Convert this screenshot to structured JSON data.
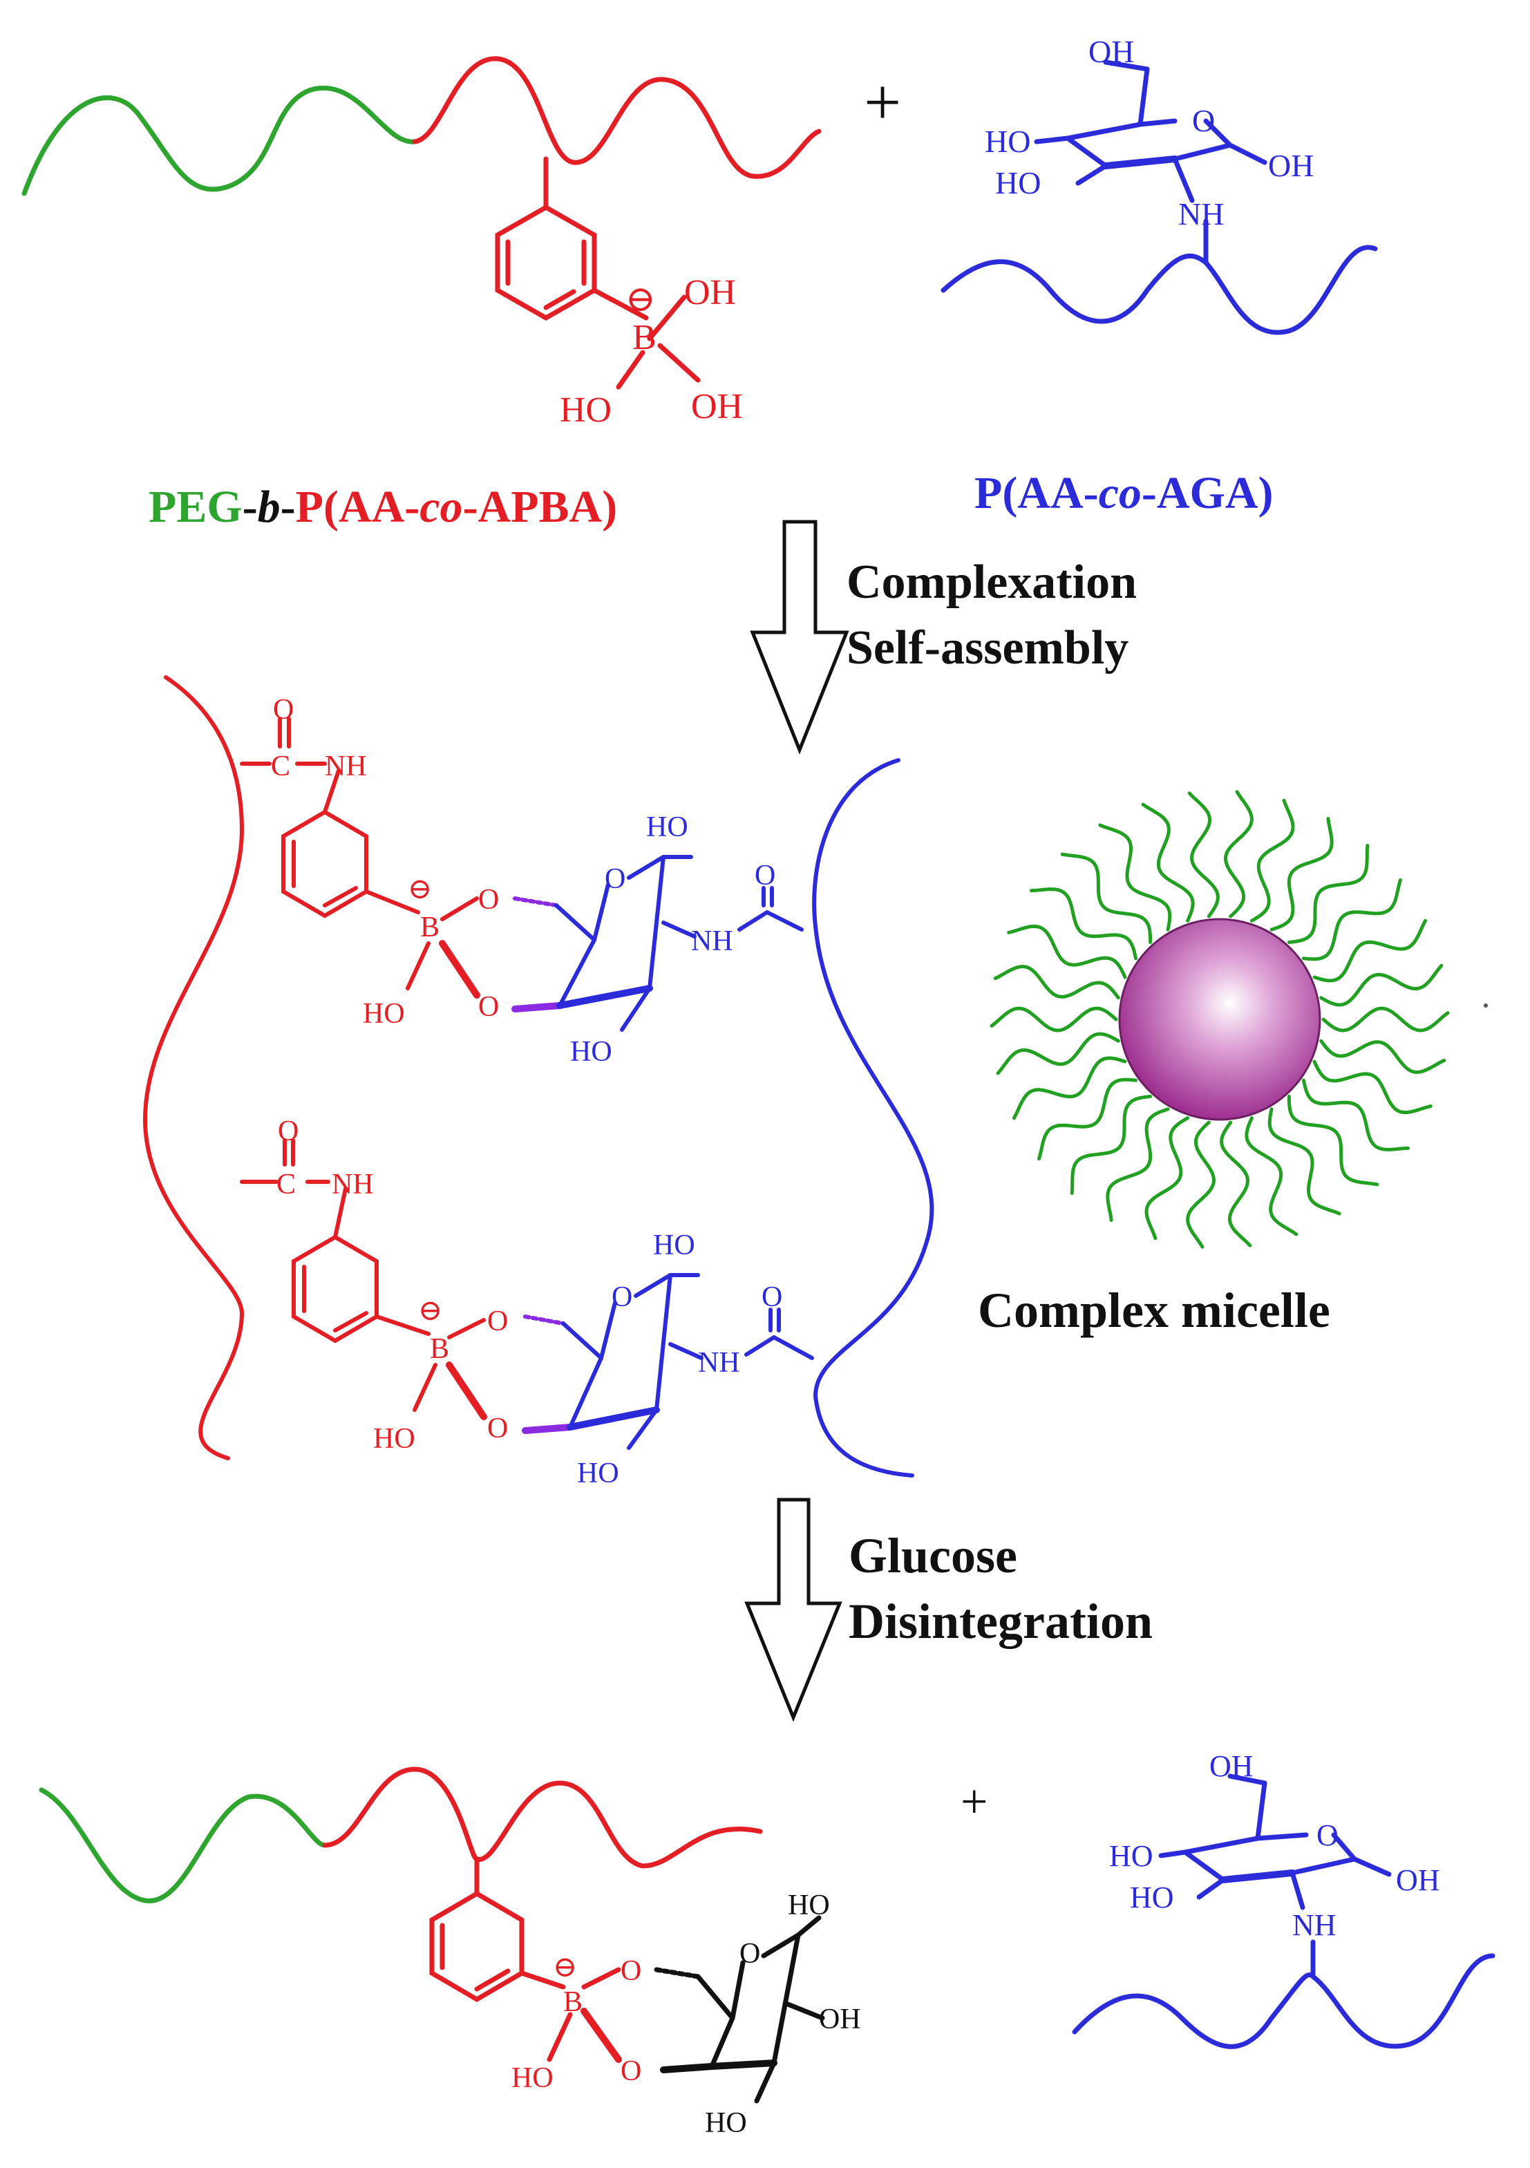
{
  "colors": {
    "peg": "#2ea52e",
    "apba": "#e31e24",
    "aga": "#2b2bd9",
    "glucose": "#111111",
    "micelle_core": "#a8309a",
    "micelle_shell": "#22a022"
  },
  "labels": {
    "plus_top": "+",
    "plus_bottom": "+",
    "polymer1": {
      "peg": "PEG",
      "dash1": "-",
      "b": "b",
      "dash2": "-",
      "p": "P(AA-",
      "co": "co",
      "end": "-APBA)"
    },
    "polymer2": {
      "p": "P(AA-",
      "co": "co",
      "end": "-AGA)"
    },
    "step1_line1": "Complexation",
    "step1_line2": "Self-assembly",
    "micelle": "Complex micelle",
    "step2_line1": "Glucose",
    "step2_line2": "Disintegration"
  },
  "atoms": {
    "oh": "OH",
    "ho": "HO",
    "b": "B",
    "o": "O",
    "nh": "NH",
    "c": "C",
    "charge": "⊖"
  }
}
